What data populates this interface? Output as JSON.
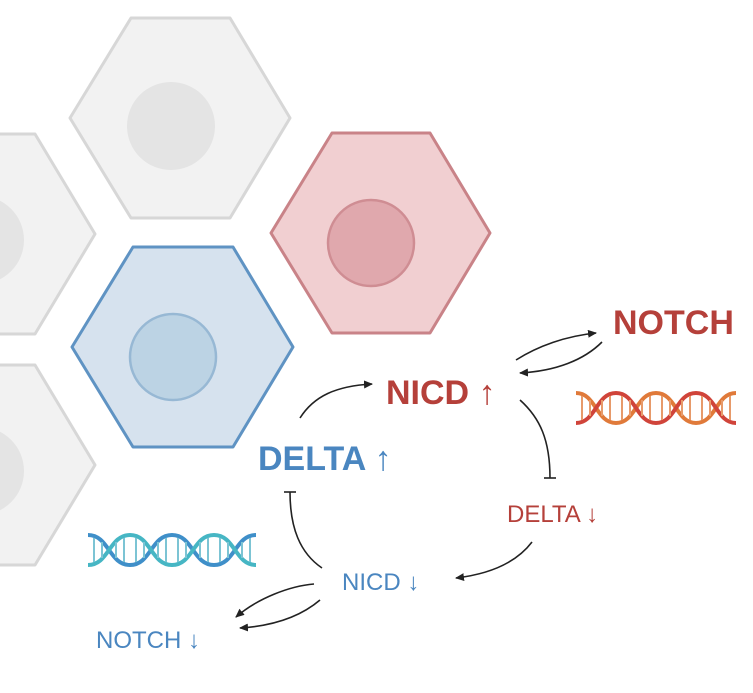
{
  "labels": {
    "notch_high": "NOTCH",
    "nicd_high": "NICD ↑",
    "delta_high": "DELTA ↑",
    "delta_low": "DELTA ↓",
    "nicd_low": "NICD ↓",
    "notch_low": "NOTCH ↓"
  },
  "colors": {
    "signal_receiving_red": "#b5403a",
    "signal_sending_blue": "#4a86c0",
    "neutral_cell_fill": "#f2f2f2",
    "neutral_cell_stroke": "#d7d7d7",
    "neutral_nucleus": "#e4e4e4",
    "red_cell_fill": "#f1cfd1",
    "red_cell_stroke": "#c98388",
    "red_nucleus": "#e0a8ad",
    "blue_cell_fill": "#d6e2ee",
    "blue_cell_stroke": "#5f93c3",
    "blue_nucleus": "#bcd3e4",
    "arrow": "#222222"
  },
  "icons": [
    "dna-helix-red-icon",
    "dna-helix-blue-icon"
  ]
}
